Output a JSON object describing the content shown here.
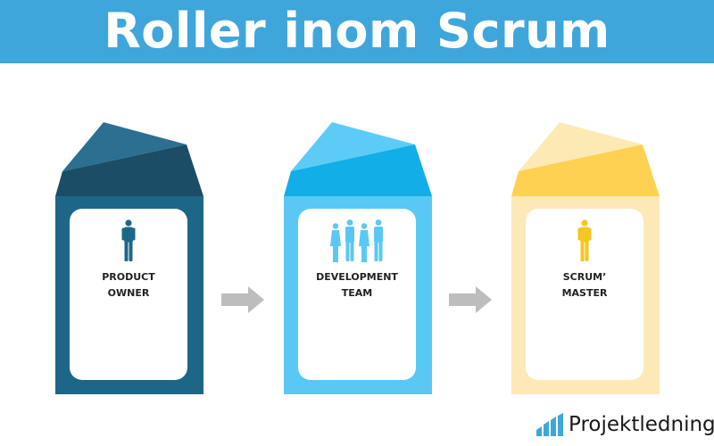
{
  "banner": {
    "title": "Roller inom Scrum"
  },
  "roles": [
    {
      "line1": "PRODUCT",
      "line2": "OWNER",
      "figure_icon": "single-person-icon",
      "colors": {
        "roof_back": "#2d6f91",
        "roof_front": "#1b4d66",
        "body": "#1e6687",
        "figure": "#1e6687"
      }
    },
    {
      "line1": "DEVELOPMENT",
      "line2": "TEAM",
      "figure_icon": "team-group-icon",
      "colors": {
        "roof_back": "#5cccf7",
        "roof_front": "#11aee8",
        "body": "#5ac8f4",
        "figure": "#5ac8f4"
      }
    },
    {
      "line1": "SCRUM’",
      "line2": "MASTER",
      "figure_icon": "single-person-icon",
      "colors": {
        "roof_back": "#fde9b4",
        "roof_front": "#ffd152",
        "body": "#fde9b7",
        "figure": "#f6c622"
      }
    }
  ],
  "flow_arrows": {
    "icon": "right-arrow-icon",
    "color": "#bdbdbd"
  },
  "brand": {
    "name": "Projektledning",
    "icon": "bar-chart-logo-icon",
    "color": "#3fa6db"
  }
}
